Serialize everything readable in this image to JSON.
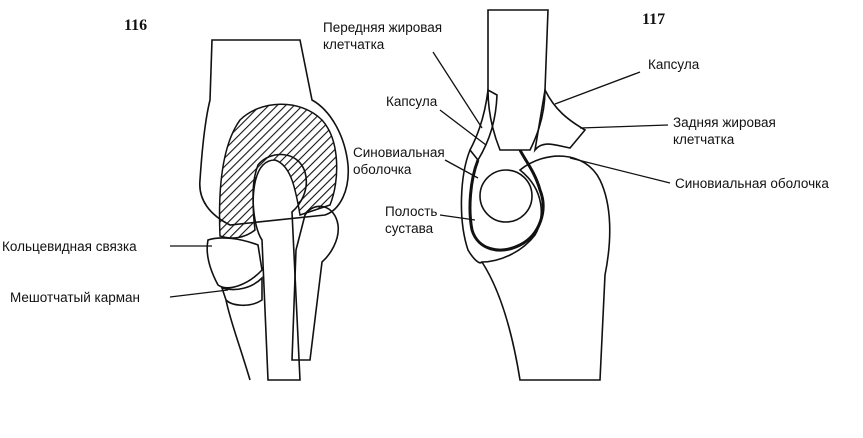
{
  "figures": {
    "fig116": {
      "number": "116"
    },
    "fig117": {
      "number": "117"
    }
  },
  "labels_116": {
    "annular_ligament": "Кольцевидная связка",
    "sacciform_recess": "Мешотчатый карман"
  },
  "labels_117": {
    "anterior_fat_line1": "Передняя жировая",
    "anterior_fat_line2": "клетчатка",
    "capsule_left": "Капсула",
    "synovial_left_line1": "Синовиальная",
    "synovial_left_line2": "оболочка",
    "cavity_line1": "Полость",
    "cavity_line2": "сустава",
    "capsule_right": "Капсула",
    "posterior_fat_line1": "Задняя жировая",
    "posterior_fat_line2": "клетчатка",
    "synovial_right": "Синовиальная оболочка"
  }
}
